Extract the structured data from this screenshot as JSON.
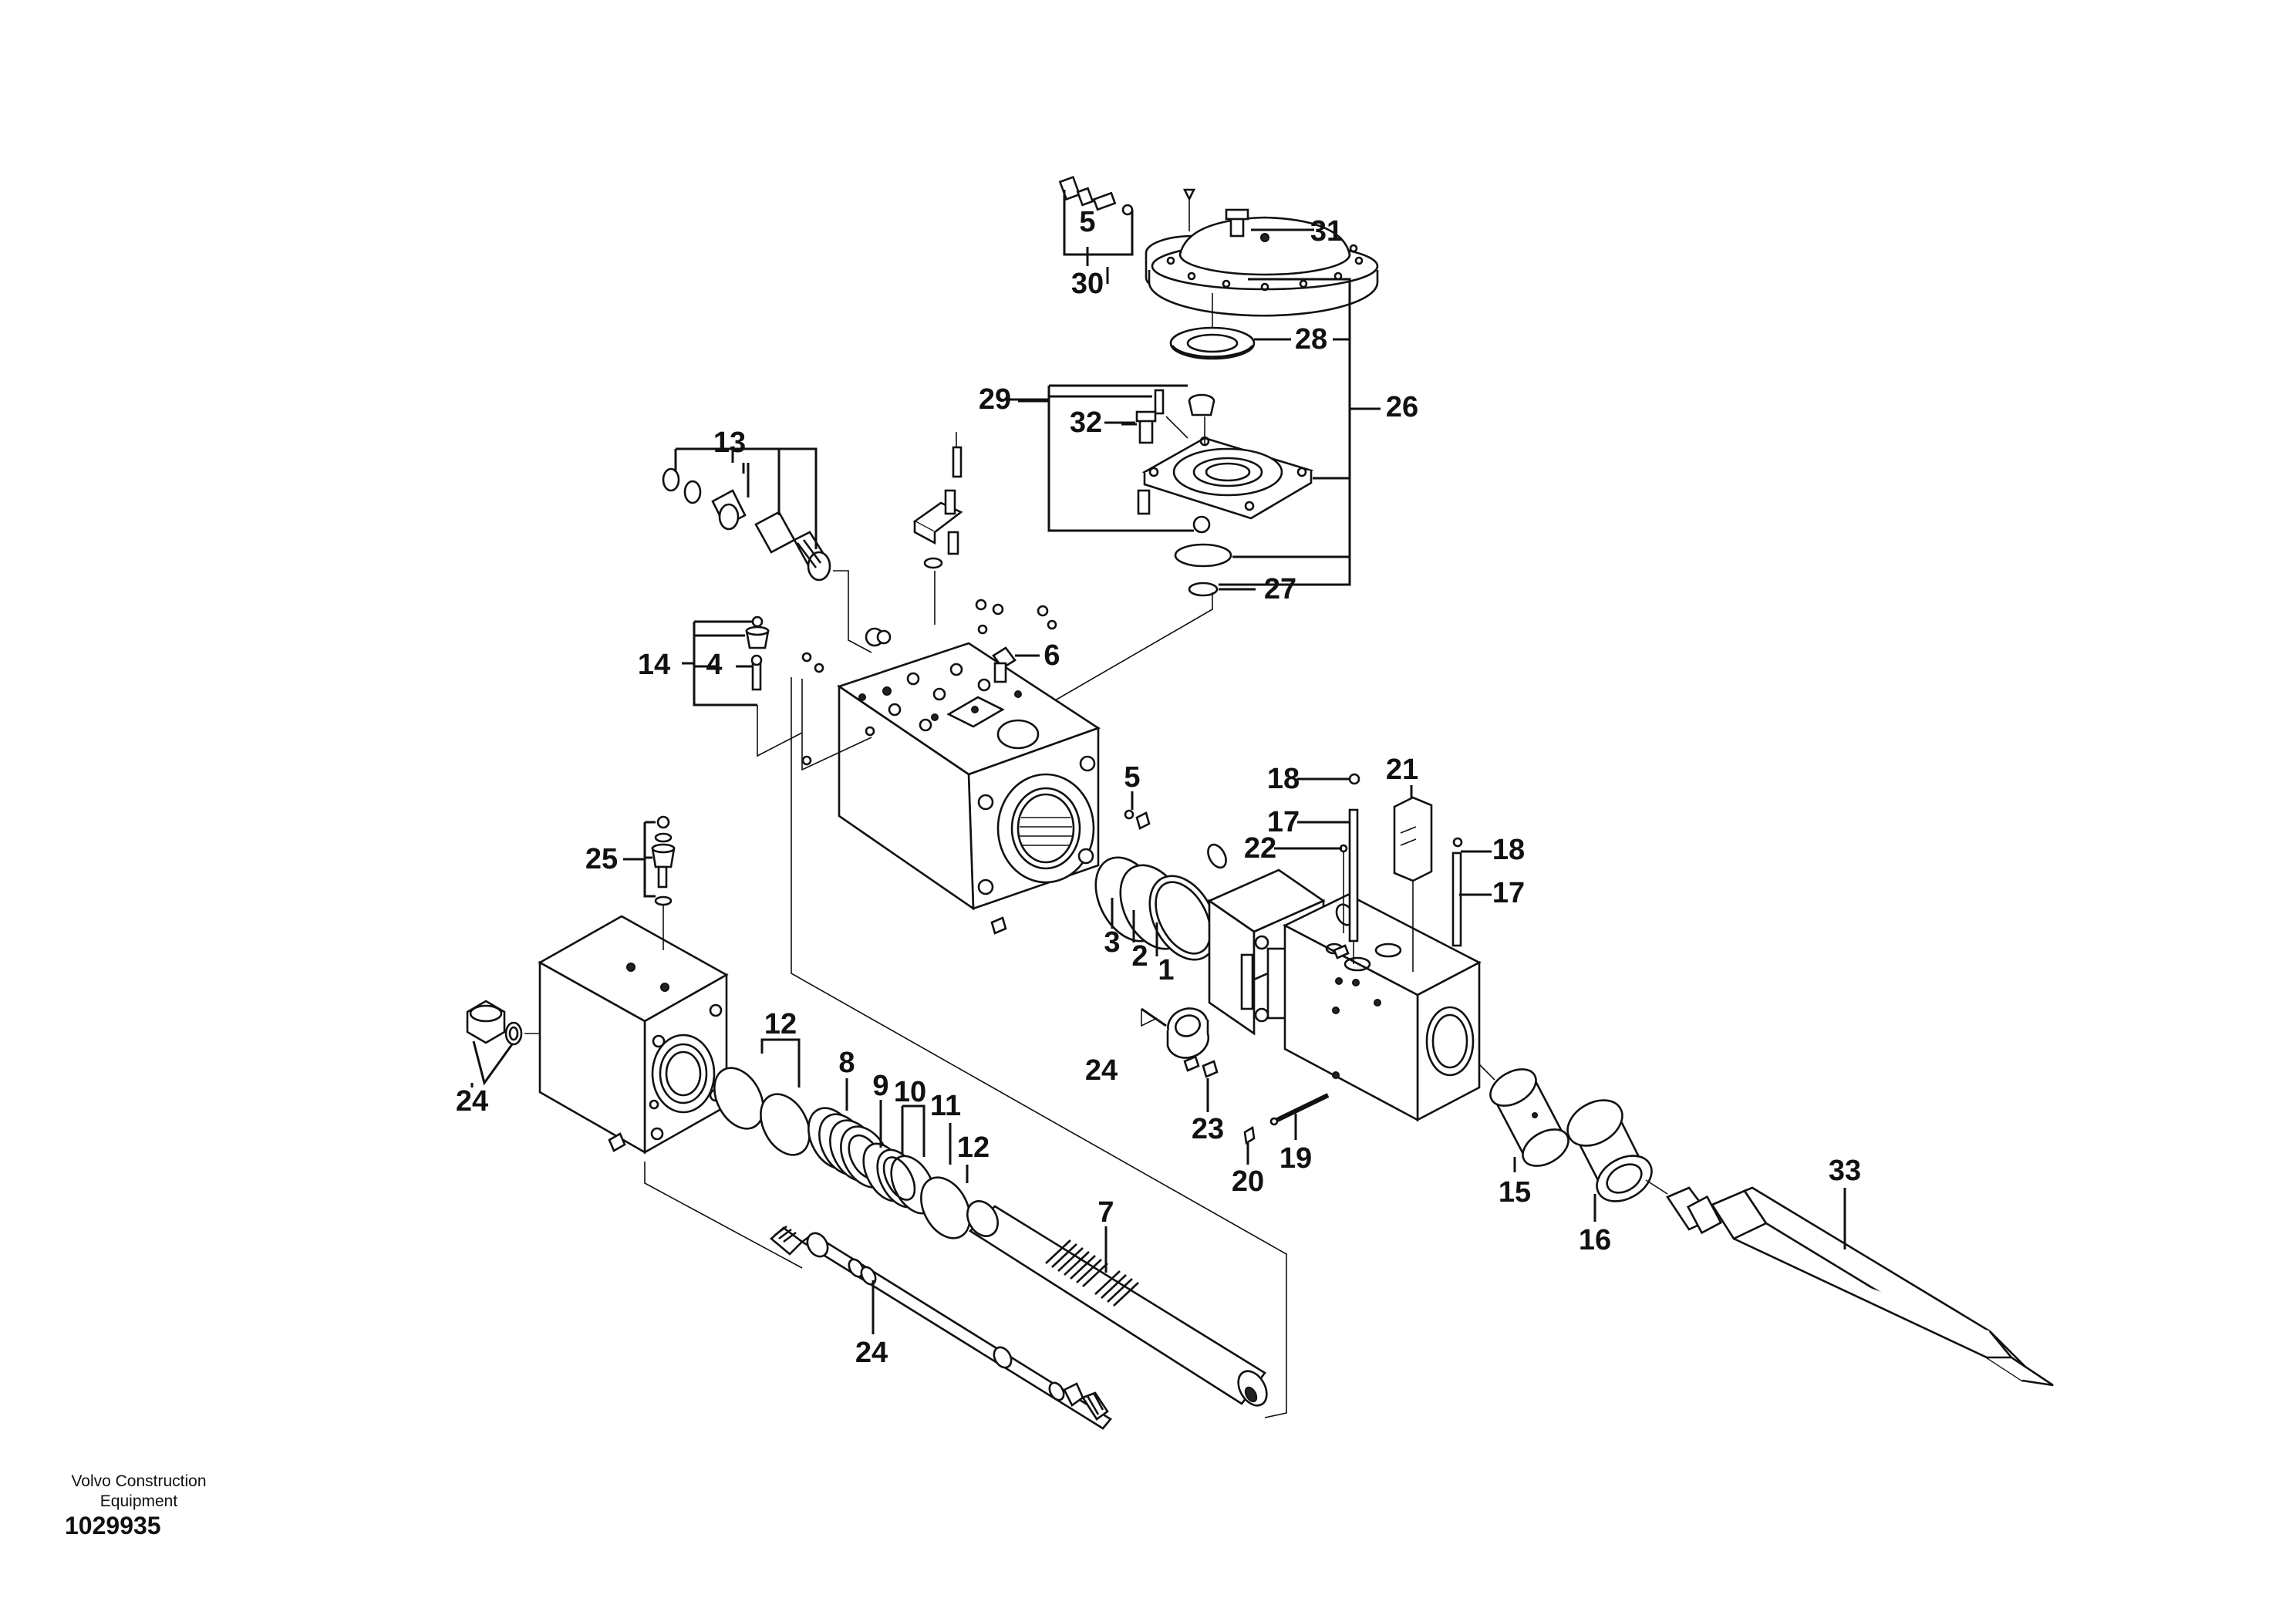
{
  "diagram": {
    "type": "exploded-parts-diagram",
    "callouts": [
      "1",
      "2",
      "3",
      "4",
      "5",
      "6",
      "7",
      "8",
      "9",
      "10",
      "11",
      "12",
      "13",
      "14",
      "15",
      "16",
      "17",
      "18",
      "19",
      "20",
      "21",
      "22",
      "23",
      "24",
      "25",
      "26",
      "27",
      "28",
      "29",
      "30",
      "31",
      "32",
      "33"
    ],
    "labels": {
      "c1": "1",
      "c2": "2",
      "c3": "3",
      "c4": "4",
      "c5a": "5",
      "c5b": "5",
      "c6": "6",
      "c7": "7",
      "c8": "8",
      "c9": "9",
      "c10": "10",
      "c11": "11",
      "c12a": "12",
      "c12b": "12",
      "c13": "13",
      "c14": "14",
      "c15": "15",
      "c16": "16",
      "c17a": "17",
      "c17b": "17",
      "c18a": "18",
      "c18b": "18",
      "c19": "19",
      "c20": "20",
      "c21": "21",
      "c22": "22",
      "c23": "23",
      "c24a": "24",
      "c24b": "24",
      "c24c": "24",
      "c25": "25",
      "c26": "26",
      "c27": "27",
      "c28": "28",
      "c29": "29",
      "c30": "30",
      "c31": "31",
      "c32": "32",
      "c33": "33"
    }
  },
  "footer": {
    "company_line1": "Volvo Construction",
    "company_line2": "Equipment",
    "drawing_number": "1029935"
  }
}
